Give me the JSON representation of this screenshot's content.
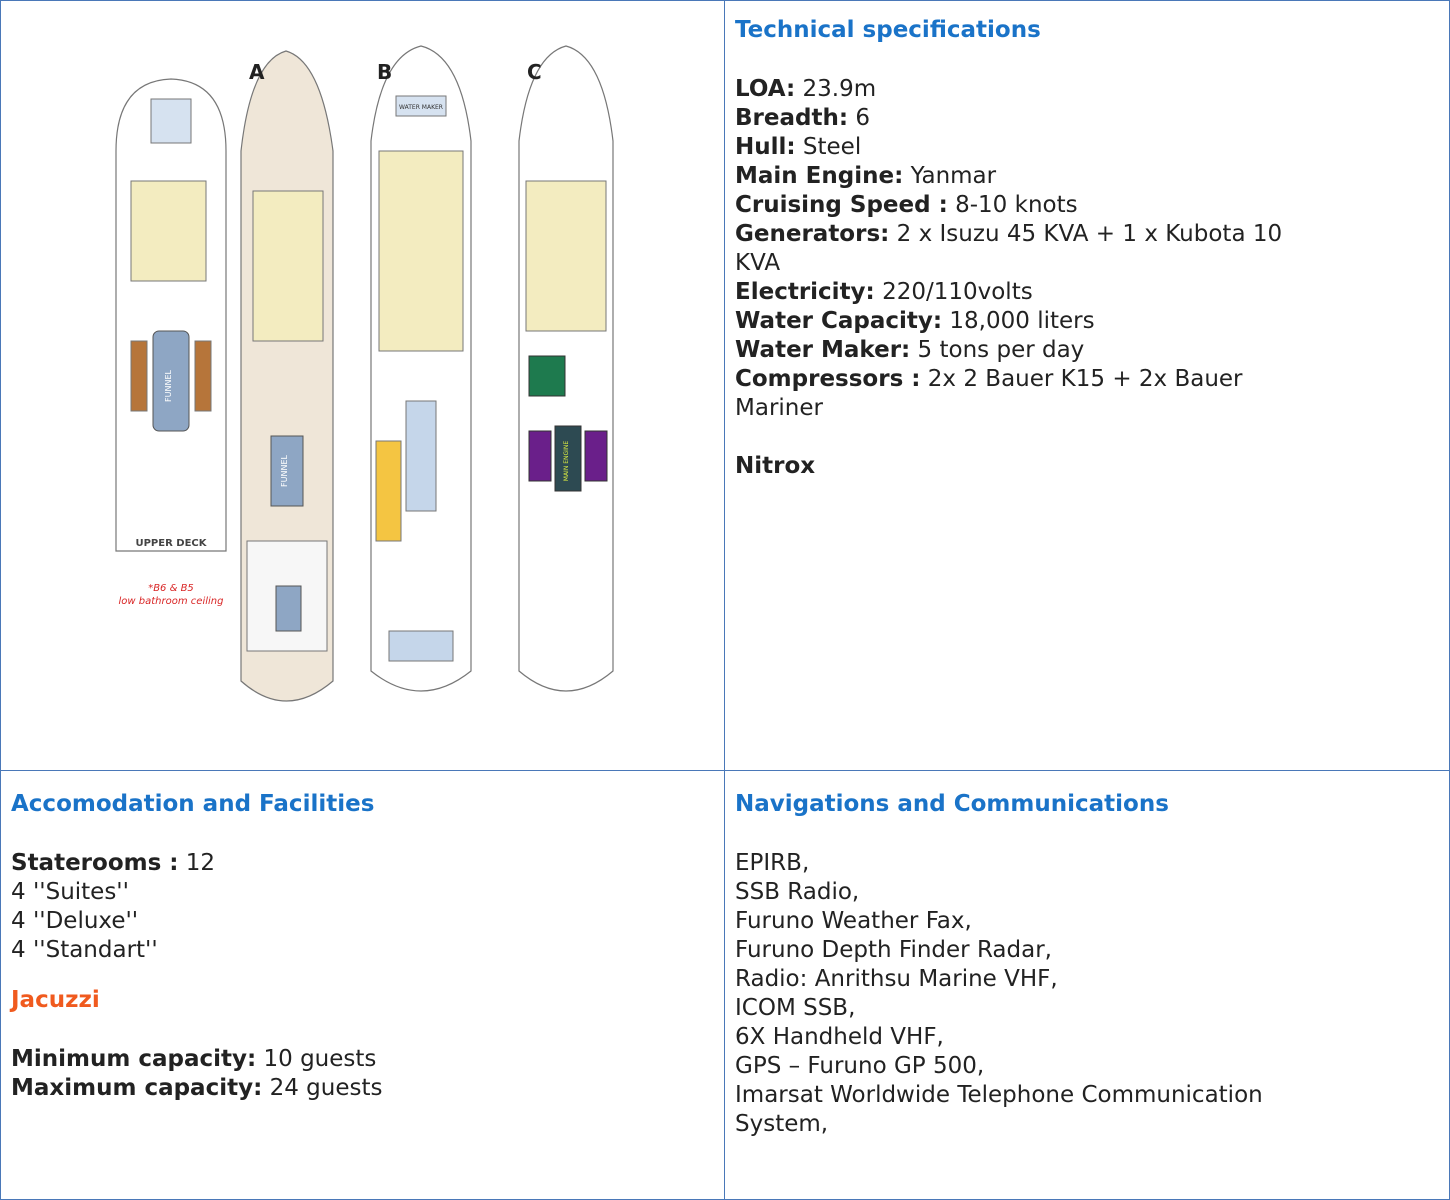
{
  "plan": {
    "deck_labels": [
      "A",
      "B",
      "C"
    ],
    "upper_deck_label": "UPPER DECK",
    "note_line1": "*B6 & B5",
    "note_line2": "low bathroom ceiling",
    "funnel_label": "FUNNEL",
    "main_engine_label": "MAIN ENGINE",
    "water_maker_label": "WATER MAKER"
  },
  "tech": {
    "title": "Technical specifications",
    "specs": [
      {
        "label": "LOA:",
        "value": " 23.9m"
      },
      {
        "label": "Breadth:",
        "value": " 6"
      },
      {
        "label": "Hull:",
        "value": " Steel"
      },
      {
        "label": "Main Engine:",
        "value": " Yanmar"
      },
      {
        "label": "Cruising Speed :",
        "value": " 8-10 knots"
      },
      {
        "label": "Generators:",
        "value": " 2 x Isuzu 45 KVA + 1 x Kubota 10"
      },
      {
        "label": "",
        "value": "KVA"
      },
      {
        "label": "Electricity:",
        "value": " 220/110volts"
      },
      {
        "label": "Water Capacity:",
        "value": " 18,000 liters"
      },
      {
        "label": "Water Maker:",
        "value": " 5 tons per day"
      },
      {
        "label": "Compressors :",
        "value": " 2x 2 Bauer K15  + 2x Bauer"
      },
      {
        "label": "",
        "value": "Mariner"
      }
    ],
    "nitrox": "Nitrox"
  },
  "accommodation": {
    "title": "Accomodation and Facilities",
    "staterooms_label": "Staterooms :",
    "staterooms_value": " 12",
    "room_types": [
      "4 ''Suites''",
      "4 ''Deluxe''",
      "4 ''Standart''"
    ],
    "jacuzzi": "Jacuzzi",
    "min_label": "Minimum capacity:",
    "min_value": " 10 guests",
    "max_label": "Maximum capacity:",
    "max_value": " 24 guests"
  },
  "navigation": {
    "title": "Navigations and Communications",
    "items": [
      "EPIRB,",
      "SSB Radio,",
      "Furuno Weather Fax,",
      "Furuno Depth Finder Radar,",
      "Radio: Anrithsu Marine VHF,",
      "ICOM SSB,",
      "6X Handheld VHF,",
      "GPS – Furuno GP 500,",
      "Imarsat Worldwide Telephone Communication",
      "System,"
    ]
  },
  "colors": {
    "heading": "#1a73c8",
    "jacuzzi": "#f05a1e",
    "border": "#4a78b8"
  }
}
